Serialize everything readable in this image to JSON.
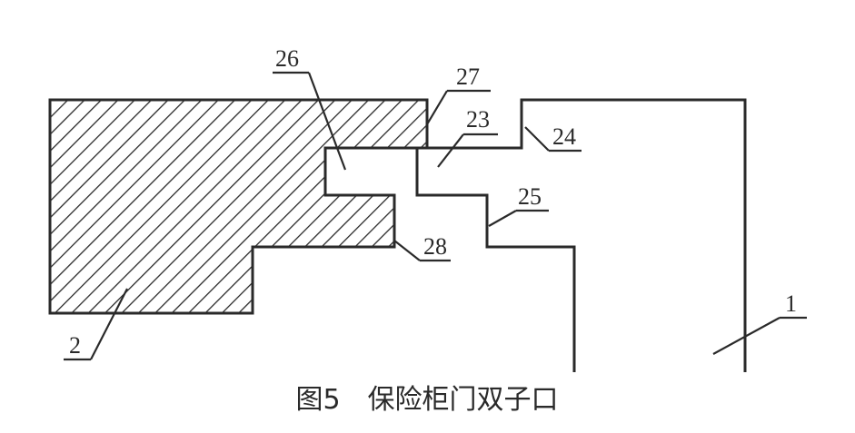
{
  "diagram": {
    "labels": {
      "part_1": "1",
      "part_2": "2",
      "part_23": "23",
      "part_24": "24",
      "part_25": "25",
      "part_26": "26",
      "part_27": "27",
      "part_28": "28"
    },
    "caption": "图5　保险柜门双子口",
    "colors": {
      "line": "#2a2a2a",
      "background": "#ffffff"
    }
  }
}
